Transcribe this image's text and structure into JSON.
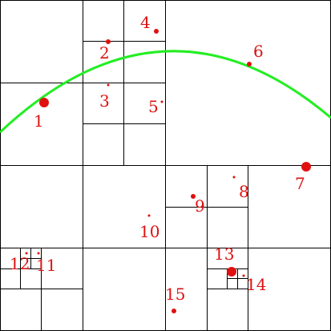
{
  "diagram": {
    "colors": {
      "background": "#ffffff",
      "grid_line": "#000000",
      "point": "#e01010",
      "label": "#dd1111",
      "arc": "#22ee22"
    },
    "points": [
      {
        "id": "p1",
        "label": "1"
      },
      {
        "id": "p2",
        "label": "2"
      },
      {
        "id": "p3",
        "label": "3"
      },
      {
        "id": "p4",
        "label": "4"
      },
      {
        "id": "p5",
        "label": "5"
      },
      {
        "id": "p6",
        "label": "6"
      },
      {
        "id": "p7",
        "label": "7"
      },
      {
        "id": "p8",
        "label": "8"
      },
      {
        "id": "p9",
        "label": "9"
      },
      {
        "id": "p10",
        "label": "10"
      },
      {
        "id": "p11",
        "label": "11"
      },
      {
        "id": "p12",
        "label": "12"
      },
      {
        "id": "p13",
        "label": "13"
      },
      {
        "id": "p14",
        "label": "14"
      },
      {
        "id": "p15",
        "label": "15"
      }
    ]
  }
}
